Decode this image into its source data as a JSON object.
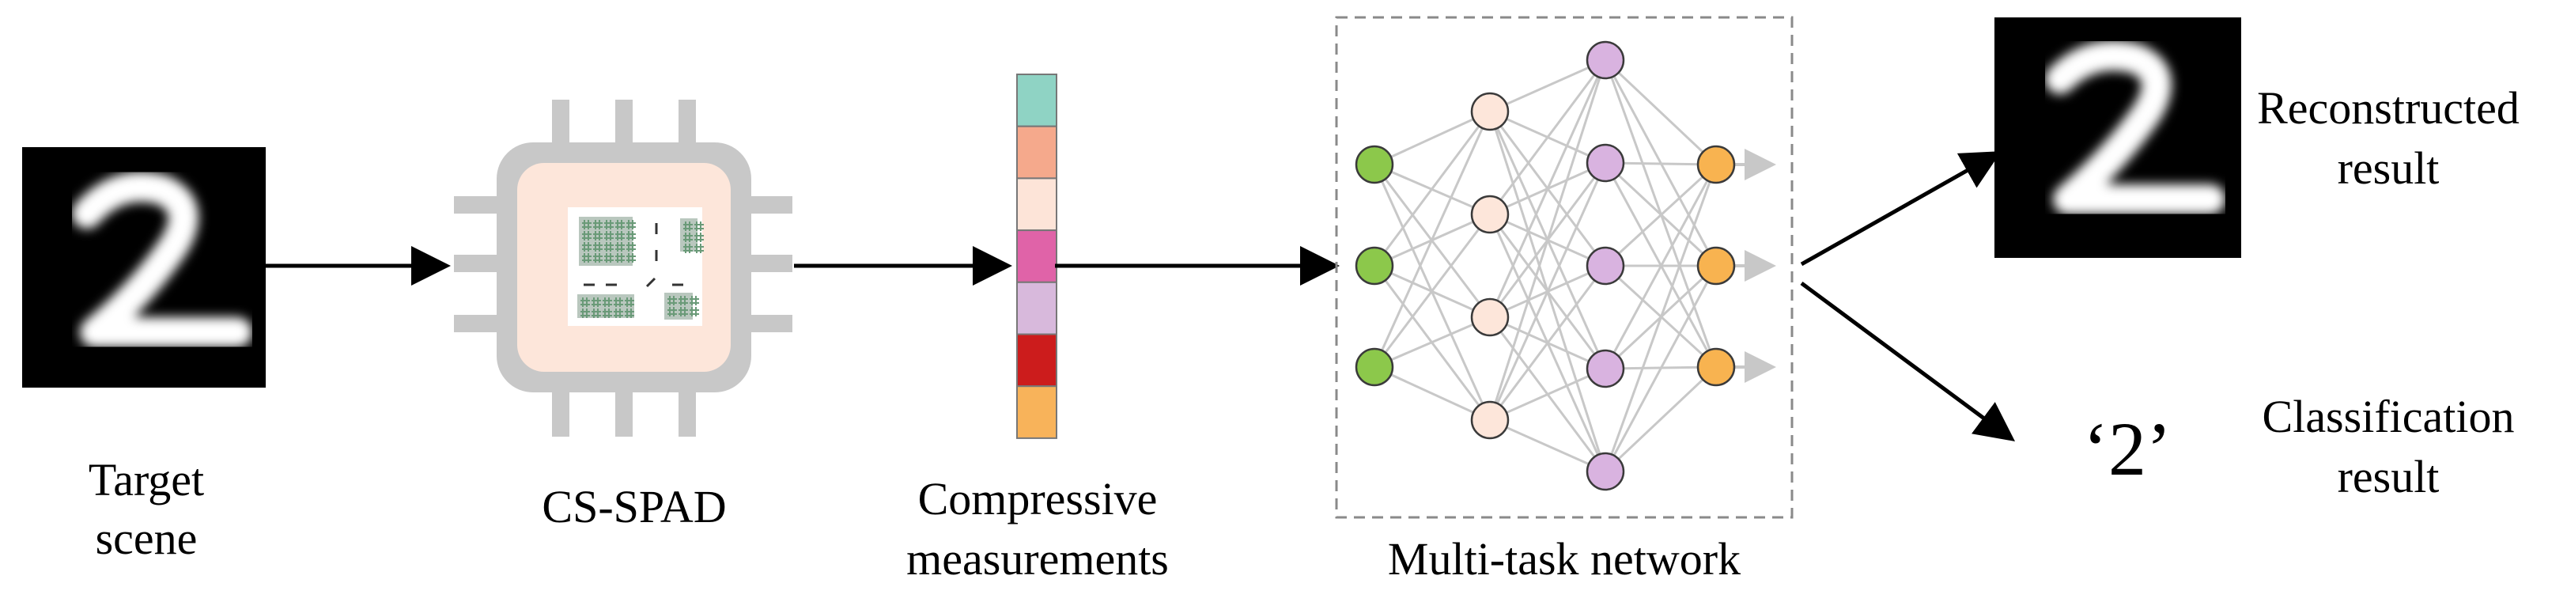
{
  "labels": {
    "target_scene_line1": "Target",
    "target_scene_line2": "scene",
    "cs_spad": "CS-SPAD",
    "compressive_line1": "Compressive",
    "compressive_line2": "measurements",
    "multitask": "Multi-task network",
    "reconstructed_line1": "Reconstructed",
    "reconstructed_line2": "result",
    "classification_line1": "Classification",
    "classification_line2": "result",
    "class_output": "‘2’"
  },
  "measurement_colors": [
    "#8fd3c4",
    "#f5a98c",
    "#fde4d8",
    "#e063a8",
    "#d8b9dc",
    "#cc1c1c",
    "#f8b35a"
  ],
  "network": {
    "layer_colors": [
      "#8cc84b",
      "#fde6da",
      "#d9b3e0",
      "#f8b350"
    ],
    "layer_sizes": [
      3,
      4,
      5,
      3
    ]
  },
  "colors": {
    "chip_frame": "#c8c8c8",
    "chip_core": "#fde6da",
    "pixel_green": "#6a9a78",
    "edge_gray": "#c8c8c8",
    "arrow": "#000000"
  }
}
